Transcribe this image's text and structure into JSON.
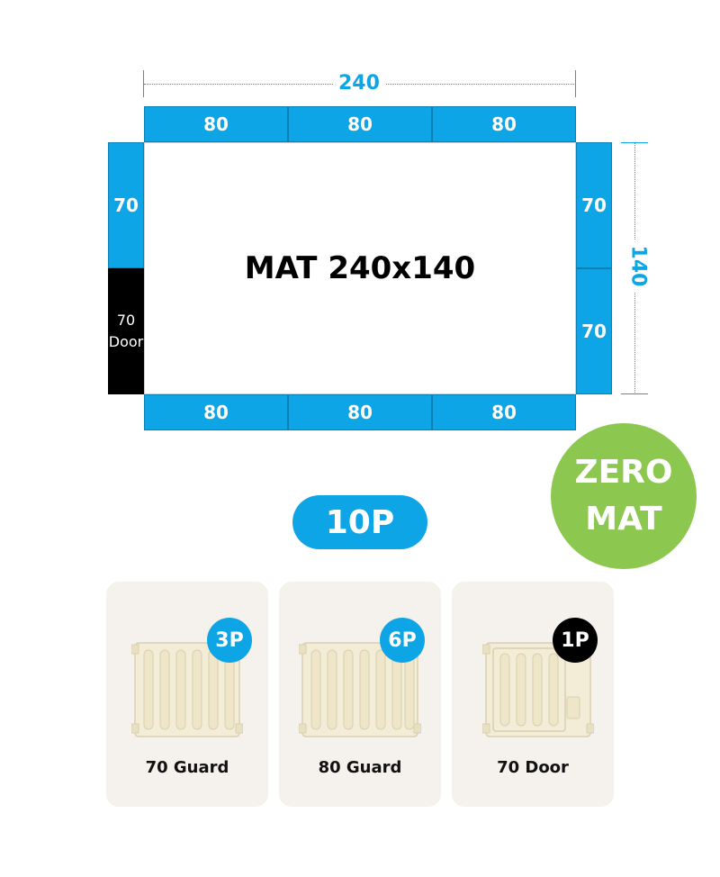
{
  "diagram": {
    "width_label": "240",
    "height_label": "140",
    "top_segments": [
      "80",
      "80",
      "80"
    ],
    "bottom_segments": [
      "80",
      "80",
      "80"
    ],
    "left_segment": "70",
    "door": {
      "value": "70",
      "word": "Door"
    },
    "right_segments": [
      "70",
      "70"
    ],
    "mat_label": "MAT 240x140"
  },
  "count_badge": "10P",
  "zero_mat": {
    "line1": "ZERO",
    "line2": "MAT"
  },
  "products": [
    {
      "label": "70 Guard",
      "count": "3P",
      "badge_color": "#0ea5e6"
    },
    {
      "label": "80 Guard",
      "count": "6P",
      "badge_color": "#0ea5e6"
    },
    {
      "label": "70 Door",
      "count": "1P",
      "badge_color": "#000000"
    }
  ],
  "colors": {
    "accent": "#0ea5e6",
    "door": "#000000",
    "zero_mat": "#8cc74f",
    "card_bg": "#f5f2ee",
    "fence": "#f3ecd6"
  }
}
